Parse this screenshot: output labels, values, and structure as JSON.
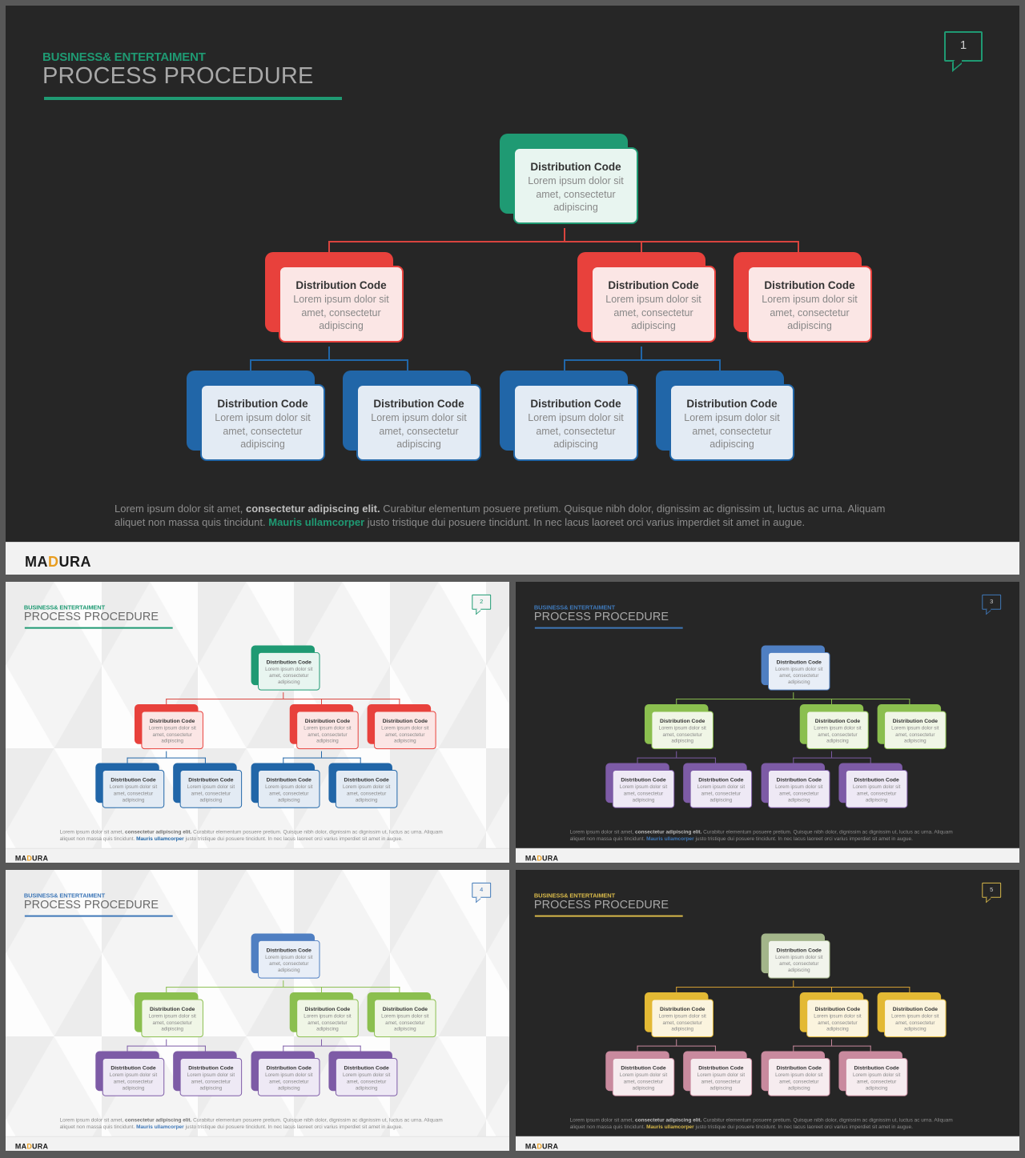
{
  "brand": {
    "subtitle": "BUSINESS& ENTERTAIMENT",
    "title": "PROCESS PROCEDURE",
    "logo_parts": [
      "MA",
      "D",
      "URA"
    ],
    "logo_accent": "#e89d20"
  },
  "node": {
    "title": "Distribution Code",
    "body": "Lorem ipsum dolor sit amet, consectetur adipiscing"
  },
  "paragraph": {
    "p1": "Lorem ipsum dolor sit amet, ",
    "p2": "consectetur adipiscing elit.",
    "p3": " Curabitur elementum posuere pretium. Quisque nibh dolor, dignissim ac dignissim ut, luctus ac urna. Aliquam aliquet non massa quis tincidunt. ",
    "p4": "Mauris ullamcorper",
    "p5": " justo tristique dui posuere tincidunt. In nec lacus laoreet orci varius imperdiet sit amet in augue."
  },
  "slides": [
    {
      "number": "1",
      "theme": "dark",
      "colors": {
        "accent": "#1f9a73",
        "top": "#1f9a73",
        "topFill": "#e8f5f0",
        "mid": "#e8413c",
        "midFill": "#fbe6e5",
        "bot": "#2166a8",
        "botFill": "#e3ebf4",
        "line1": "#d9443e",
        "line2": "#2166a8",
        "highlight": "#1f9a73"
      }
    },
    {
      "number": "2",
      "theme": "light",
      "colors": {
        "accent": "#1f9a73",
        "top": "#1f9a73",
        "topFill": "#e8f5f0",
        "mid": "#e8413c",
        "midFill": "#fbe6e5",
        "bot": "#2166a8",
        "botFill": "#e3ebf4",
        "line1": "#d9443e",
        "line2": "#2166a8",
        "highlight": "#2166a8"
      }
    },
    {
      "number": "3",
      "theme": "dark",
      "colors": {
        "accent": "#3f78b8",
        "top": "#4f7fc2",
        "topFill": "#e8eef7",
        "mid": "#8bbf4f",
        "midFill": "#f0f6e6",
        "bot": "#7d5ba6",
        "botFill": "#eee9f5",
        "line1": "#8bbf4f",
        "line2": "#7d5ba6",
        "highlight": "#3f78b8"
      }
    },
    {
      "number": "4",
      "theme": "light",
      "colors": {
        "accent": "#3f78b8",
        "top": "#4f7fc2",
        "topFill": "#e8eef7",
        "mid": "#8bbf4f",
        "midFill": "#f0f6e6",
        "bot": "#7d5ba6",
        "botFill": "#eee9f5",
        "line1": "#8bbf4f",
        "line2": "#7d5ba6",
        "highlight": "#3f78b8"
      }
    },
    {
      "number": "5",
      "theme": "dark",
      "colors": {
        "accent": "#d8b94a",
        "top": "#a3b58a",
        "topFill": "#f1f4ec",
        "mid": "#e3b934",
        "midFill": "#fbf4de",
        "bot": "#c98a9e",
        "botFill": "#f6ecef",
        "line1": "#d8a233",
        "line2": "#c98a9e",
        "highlight": "#d8b94a"
      }
    }
  ]
}
